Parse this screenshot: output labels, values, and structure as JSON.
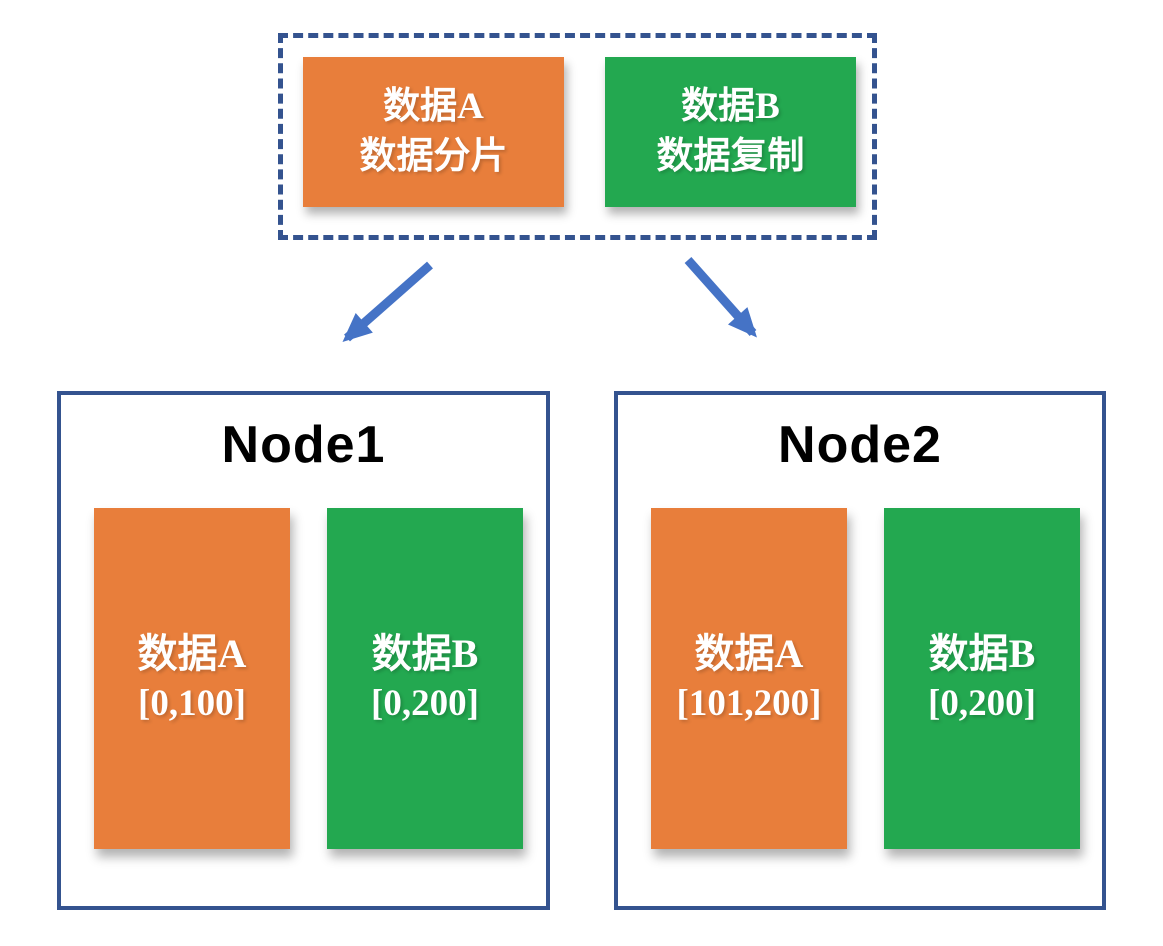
{
  "colors": {
    "orange": "#E87E3B",
    "green": "#23A850",
    "border_blue": "#34538F",
    "arrow_blue": "#4573C6"
  },
  "legend": {
    "shard": {
      "line1": "数据A",
      "line2": "数据分片"
    },
    "replica": {
      "line1": "数据B",
      "line2": "数据复制"
    }
  },
  "nodes": [
    {
      "title": "Node1",
      "blocks": [
        {
          "label": "数据A",
          "range": "[0,100]"
        },
        {
          "label": "数据B",
          "range": "[0,200]"
        }
      ]
    },
    {
      "title": "Node2",
      "blocks": [
        {
          "label": "数据A",
          "range": "[101,200]"
        },
        {
          "label": "数据B",
          "range": "[0,200]"
        }
      ]
    }
  ]
}
